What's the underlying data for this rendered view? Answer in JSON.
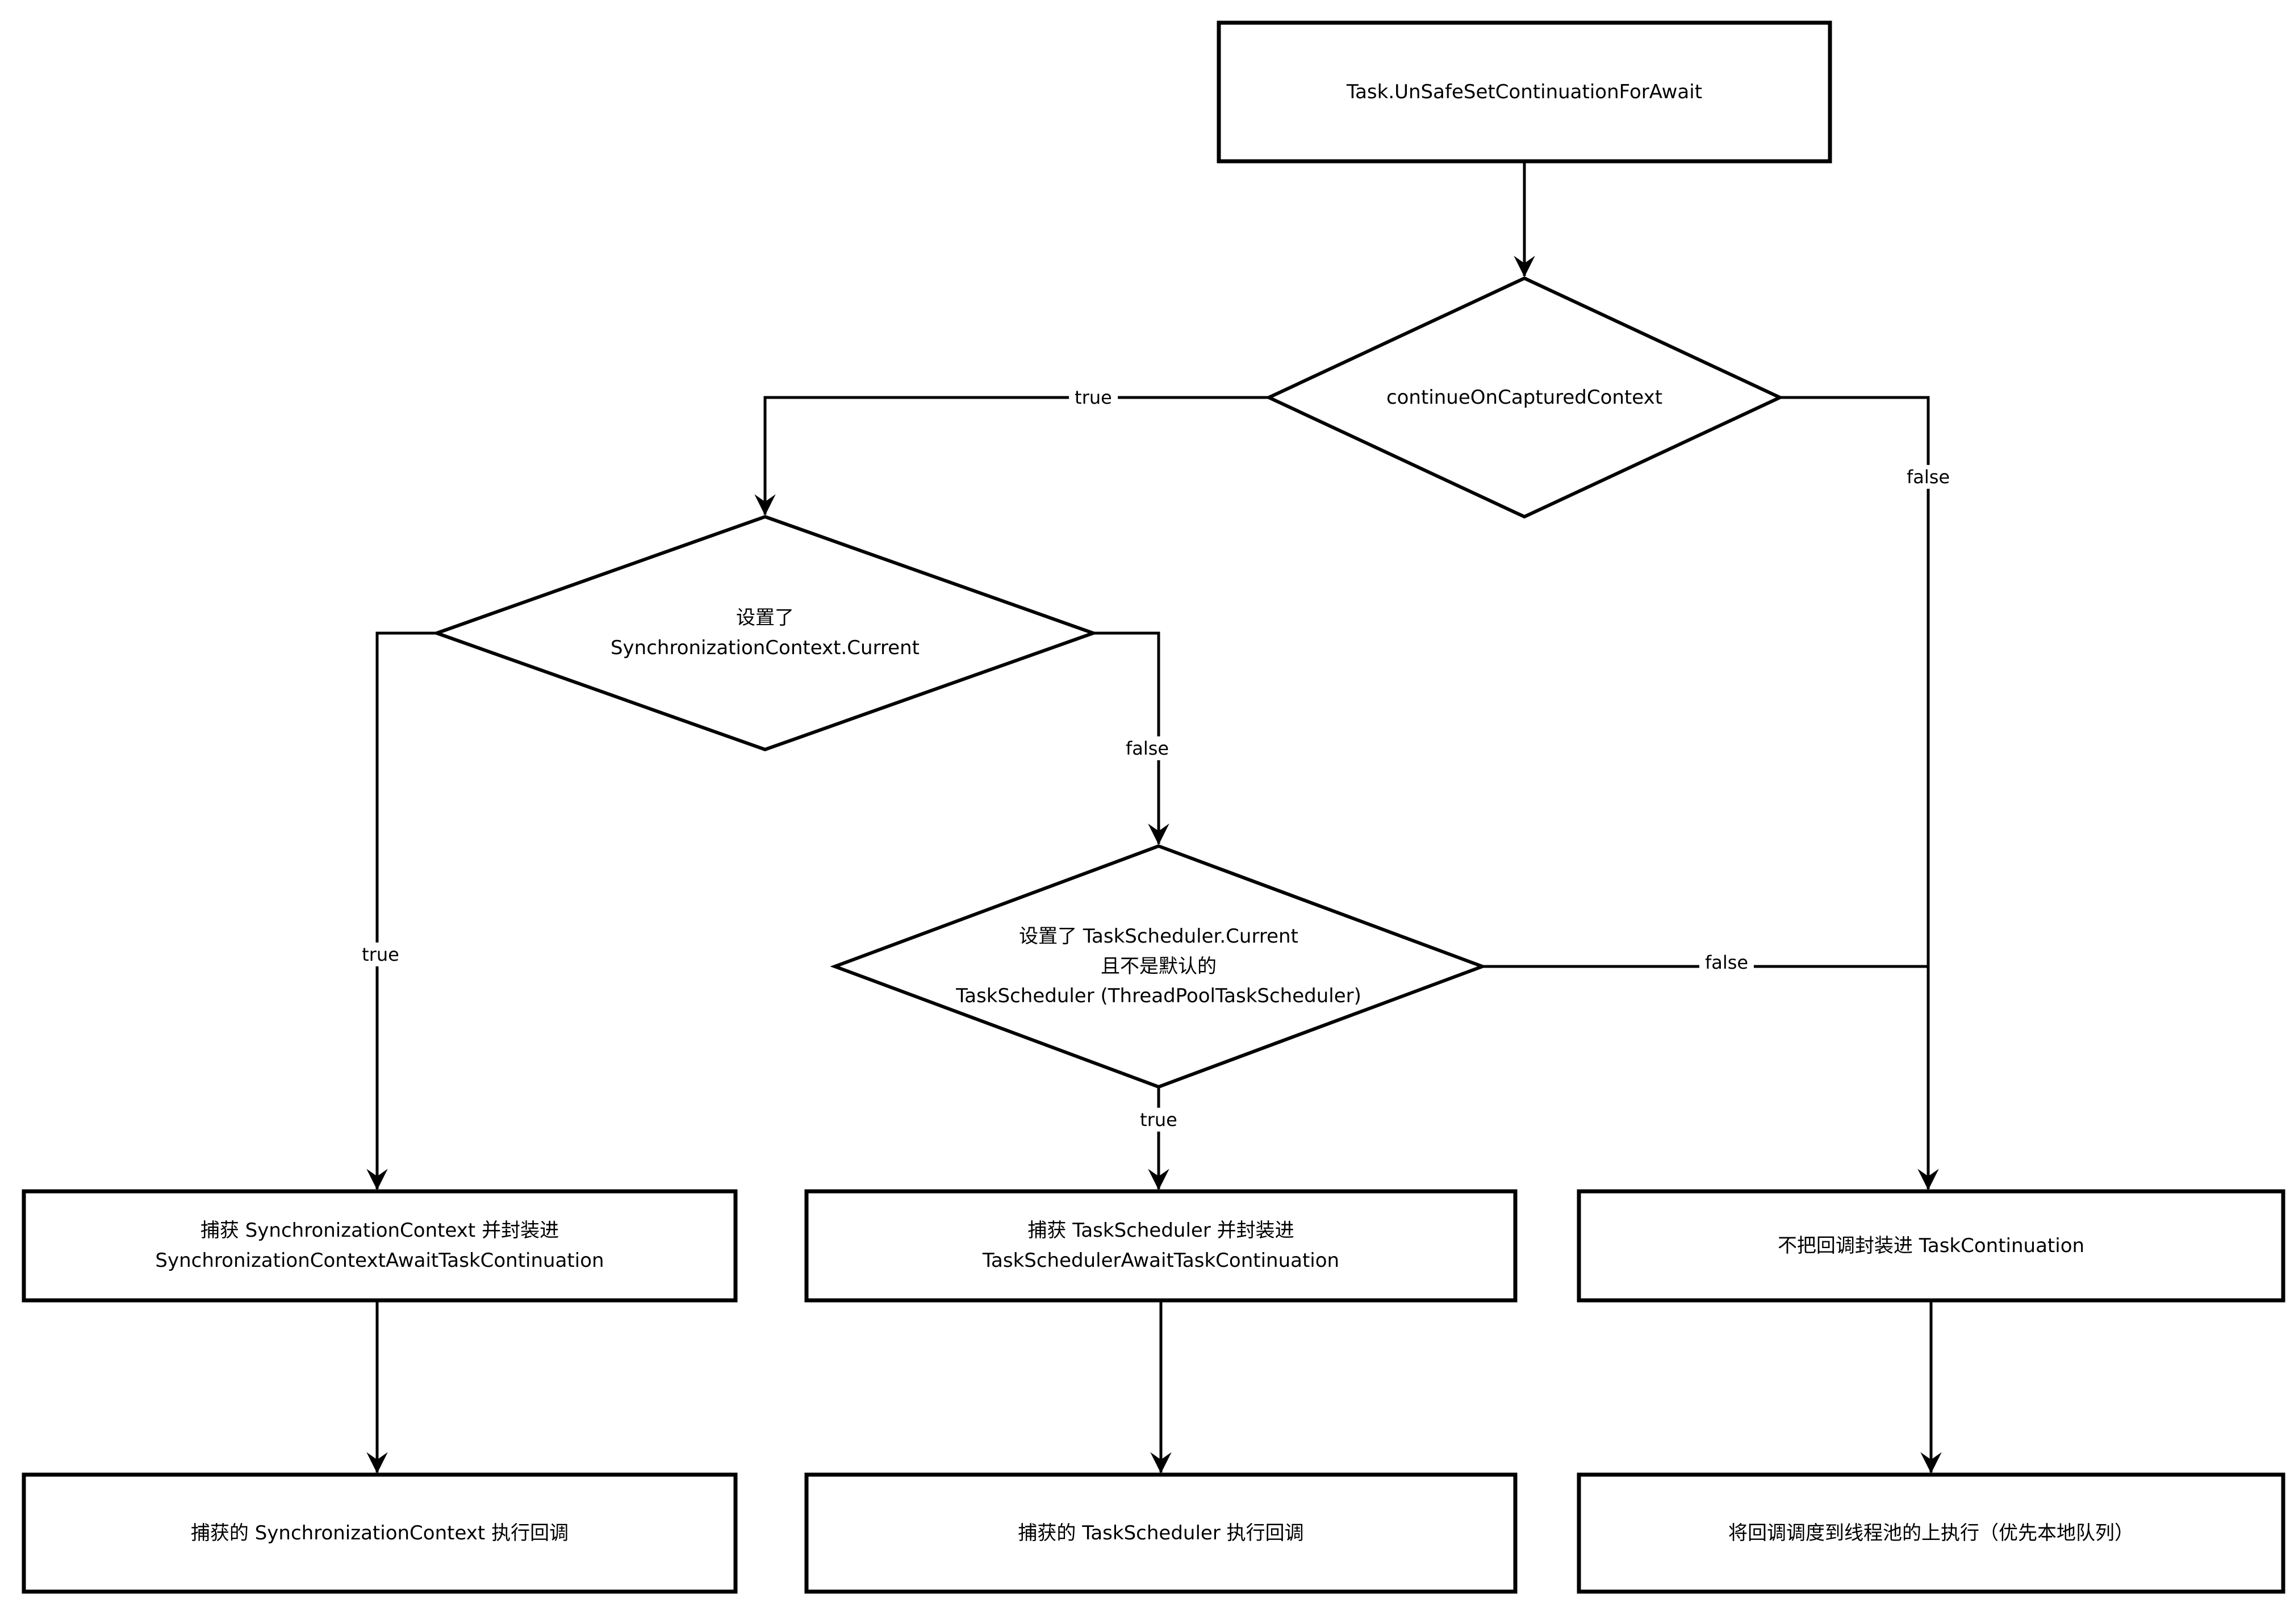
{
  "diagram": {
    "title": "Task.UnSafeSetContinuationForAwait flow",
    "colors": {
      "stroke": "#000000",
      "background": "#ffffff"
    },
    "nodes": {
      "start": {
        "label": "Task.UnSafeSetContinuationForAwait"
      },
      "decision_continue_on_captured_context": {
        "label": "continueOnCapturedContext"
      },
      "decision_sync_context_set": {
        "line1": "设置了",
        "line2": "SynchronizationContext.Current"
      },
      "decision_task_scheduler_set": {
        "line1": "设置了 TaskScheduler.Current",
        "line2": "且不是默认的",
        "line3": "TaskScheduler (ThreadPoolTaskScheduler)"
      },
      "box_capture_sync_context": {
        "line1": "捕获 SynchronizationContext 并封装进",
        "line2": "SynchronizationContextAwaitTaskContinuation"
      },
      "box_capture_task_scheduler": {
        "line1": "捕获 TaskScheduler 并封装进",
        "line2": "TaskSchedulerAwaitTaskContinuation"
      },
      "box_no_task_continuation": {
        "label": "不把回调封装进 TaskContinuation"
      },
      "box_exec_sync_context": {
        "label": "捕获的 SynchronizationContext 执行回调"
      },
      "box_exec_task_scheduler": {
        "label": "捕获的 TaskScheduler 执行回调"
      },
      "box_schedule_threadpool": {
        "label": "将回调调度到线程池的上执行（优先本地队列）"
      }
    },
    "edge_labels": {
      "d1_true": "true",
      "d1_false": "false",
      "d2_true": "true",
      "d2_false": "false",
      "d3_true": "true",
      "d3_false": "false"
    }
  }
}
